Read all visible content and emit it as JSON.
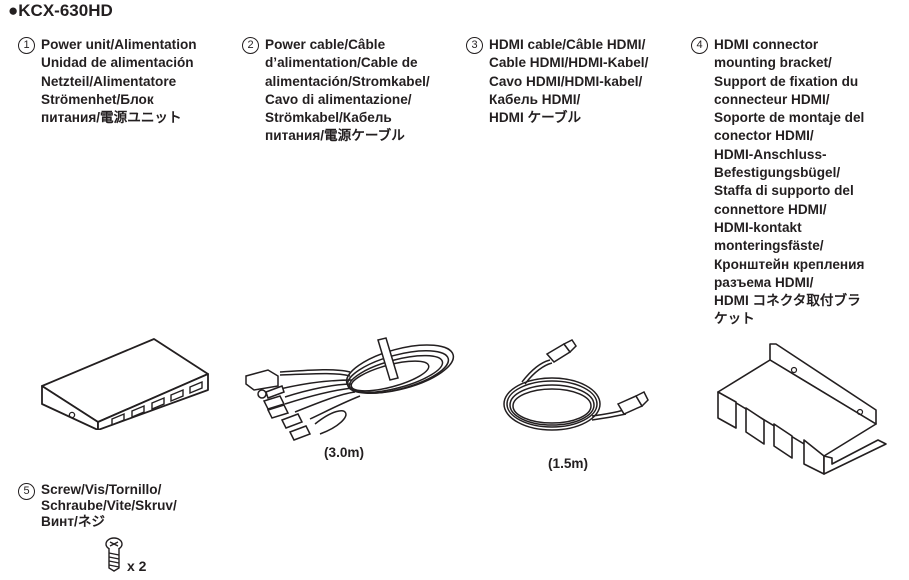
{
  "header": {
    "bullet": "●",
    "model": "KCX-630HD"
  },
  "items": [
    {
      "number": "1",
      "lines": [
        "Power unit/Alimentation",
        "Unidad de alimentación",
        "Netzteil/Alimentatore",
        "Strömenhet/Блок",
        "питания/電源ユニット"
      ]
    },
    {
      "number": "2",
      "lines": [
        "Power cable/Câble",
        "d’alimentation/Cable de",
        "alimentación/Stromkabel/",
        "Cavo di alimentazione/",
        "Strömkabel/Кабель",
        "питания/電源ケーブル"
      ],
      "length": "(3.0m)"
    },
    {
      "number": "3",
      "lines": [
        "HDMI cable/Câble HDMI/",
        "Cable HDMI/HDMI-Kabel/",
        "Cavo HDMI/HDMI-kabel/",
        "Кабель HDMI/",
        "HDMI ケーブル"
      ],
      "length": "(1.5m)"
    },
    {
      "number": "4",
      "lines": [
        "HDMI connector",
        "mounting bracket/",
        "Support de fixation du",
        "connecteur HDMI/",
        "Soporte de montaje del",
        "conector HDMI/",
        "HDMI-Anschluss-",
        "Befestigungsbügel/",
        "Staffa di supporto del",
        "connettore HDMI/",
        "HDMI-kontakt",
        "monteringsfäste/",
        "Кронштейн крепления",
        "разъема HDMI/",
        "HDMI コネクタ取付ブラ",
        "ケット"
      ]
    },
    {
      "number": "5",
      "lines": [
        "Screw/Vis/Tornillo/",
        "Schraube/Vite/Skruv/",
        "Винт/ネジ"
      ],
      "quantity": "x 2"
    }
  ]
}
